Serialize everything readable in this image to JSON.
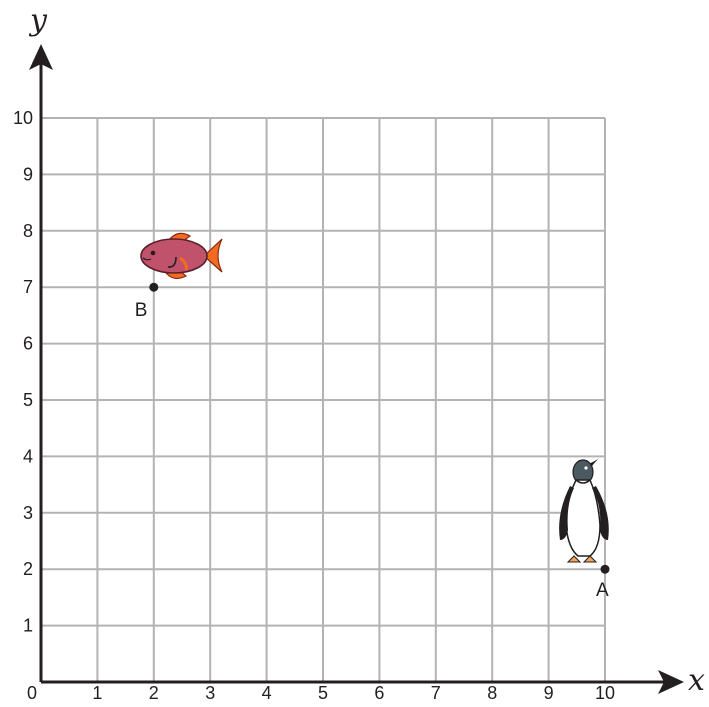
{
  "chart_data": {
    "type": "scatter",
    "xlabel": "x",
    "ylabel": "y",
    "xlim": [
      0,
      10
    ],
    "ylim": [
      0,
      10
    ],
    "grid": true,
    "x_ticks": [
      "0",
      "1",
      "2",
      "3",
      "4",
      "5",
      "6",
      "7",
      "8",
      "9",
      "10"
    ],
    "y_ticks": [
      "1",
      "2",
      "3",
      "4",
      "5",
      "6",
      "7",
      "8",
      "9",
      "10"
    ],
    "points": [
      {
        "label": "A",
        "x": 10,
        "y": 2,
        "icon": "penguin-icon"
      },
      {
        "label": "B",
        "x": 2,
        "y": 7,
        "icon": "fish-icon"
      }
    ]
  },
  "colors": {
    "axis": "#231f20",
    "grid": "#b3b3b3",
    "fish_body": "#c0536b",
    "fish_fin": "#f26b21",
    "penguin_body": "#231f20"
  }
}
